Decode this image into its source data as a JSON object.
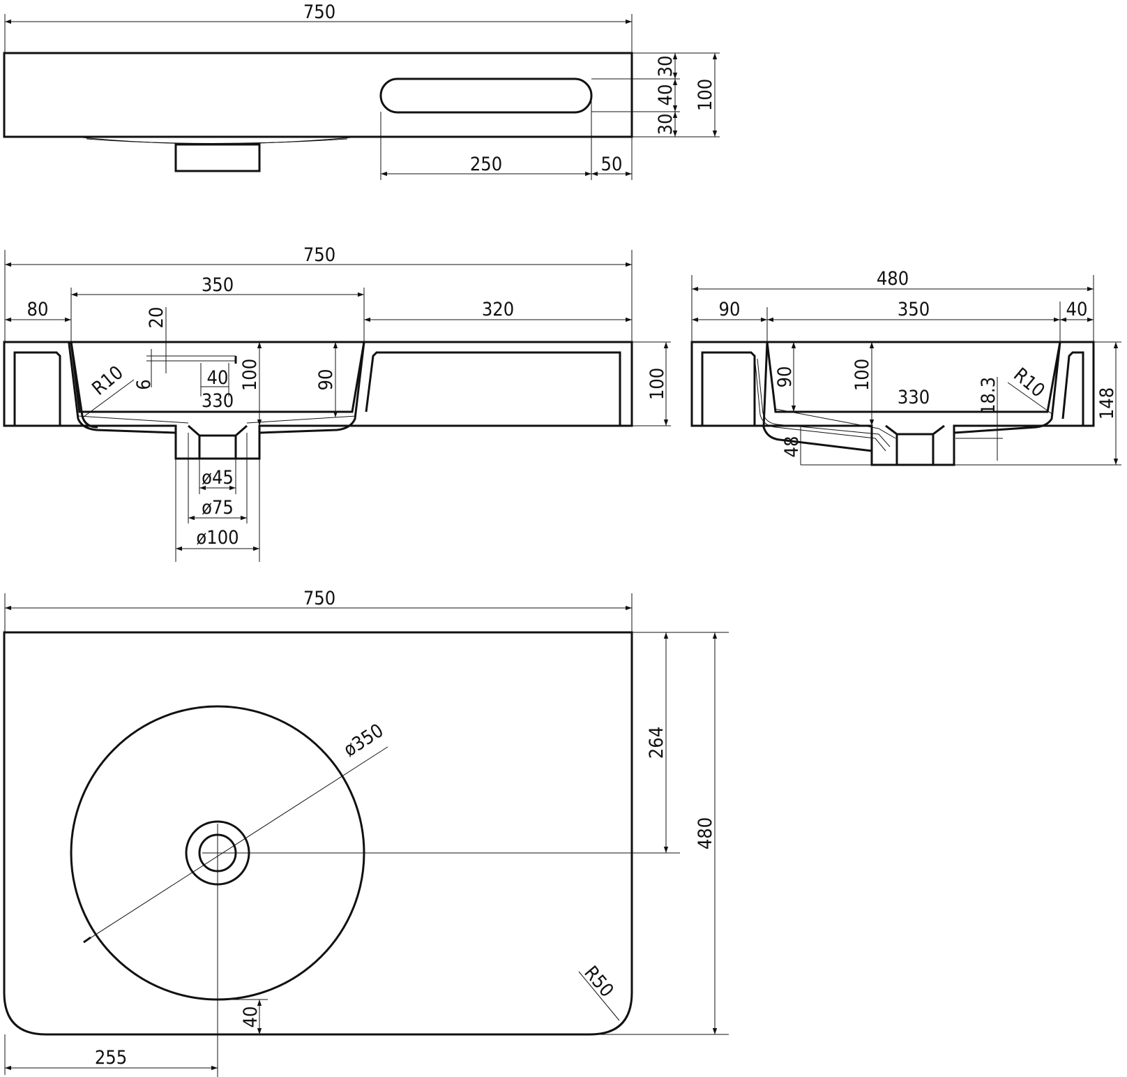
{
  "drawing": {
    "top_view": {
      "overall_width": "750",
      "slot_top_offset": "30",
      "slot_height": "40",
      "slot_bottom_offset": "30",
      "overall_height": "100",
      "slot_length": "250",
      "slot_end_offset": "50"
    },
    "front_section": {
      "overall_width": "750",
      "basin_width": "350",
      "left_offset": "80",
      "right_offset": "320",
      "dim_20": "20",
      "dim_6": "6",
      "dim_40": "40",
      "dim_330": "330",
      "inner_depth_100": "100",
      "inner_depth_90": "90",
      "overall_height": "100",
      "radius": "R10",
      "drain_45": "ø45",
      "drain_75": "ø75",
      "drain_100": "ø100"
    },
    "side_section": {
      "overall_depth": "480",
      "left_offset": "90",
      "basin_width": "350",
      "right_offset": "40",
      "inner_depth_90": "90",
      "inner_depth_100": "100",
      "bottom_width": "330",
      "dim_18_3": "18.3",
      "radius": "R10",
      "overall_height": "148",
      "dim_48": "48"
    },
    "plan_view": {
      "overall_width": "750",
      "bowl_diameter": "ø350",
      "center_depth": "264",
      "overall_depth": "480",
      "corner_radius": "R50",
      "front_gap": "40",
      "center_offset": "255"
    }
  }
}
